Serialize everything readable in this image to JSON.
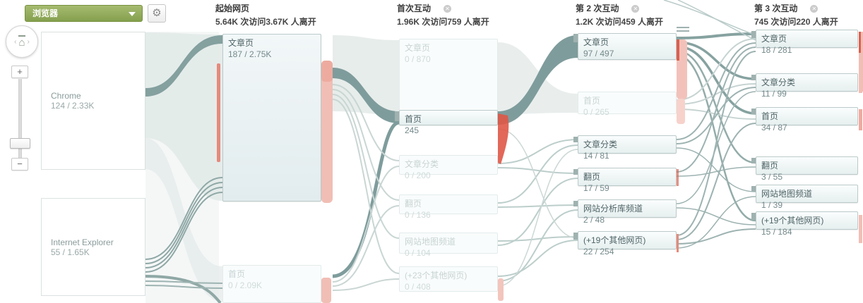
{
  "visualization": "users-flow-sankey",
  "toolbar": {
    "dimension": "浏览器",
    "gear": "⚙",
    "caret": "▼"
  },
  "pan_zoom": {
    "home": "⌂",
    "left": "‹",
    "right": "›",
    "zoom_in": "+",
    "zoom_out": "−"
  },
  "colors": {
    "dropdown_green": "#8aa455",
    "flow_light": "#e2eae8",
    "flow_highlight": "#7f9c9c",
    "exit_red": "#df5847",
    "exit_salmon": "#f1beb5",
    "node_text": "#4f6467",
    "dim_text": "#c8d3d3"
  },
  "columns": [
    {
      "title": "",
      "subtitle": "",
      "closable": false,
      "nodes": [
        {
          "label": "Chrome",
          "value": "124 / 2.33K"
        },
        {
          "label": "Internet Explorer",
          "value": "55 / 1.65K"
        }
      ]
    },
    {
      "title": "起始网页",
      "subtitle": "5.64K 次访问3.67K 人离开",
      "closable": false,
      "close": "✕",
      "nodes": [
        {
          "label": "文章页",
          "value": "187 / 2.75K"
        },
        {
          "label": "首页",
          "value": "0 / 2.09K"
        }
      ]
    },
    {
      "title": "首次互动",
      "subtitle": "1.96K 次访问759 人离开",
      "closable": true,
      "close": "✕",
      "nodes": [
        {
          "label": "文章页",
          "value": "0 / 870"
        },
        {
          "label": "首页",
          "value": "245"
        },
        {
          "label": "文章分类",
          "value": "0 / 200"
        },
        {
          "label": "翻页",
          "value": "0 / 136"
        },
        {
          "label": "网站地图频道",
          "value": "0 / 104"
        },
        {
          "label": "(+23个其他网页)",
          "value": "0 / 408"
        }
      ]
    },
    {
      "title": "第 2 次互动",
      "subtitle": "1.2K 次访问459 人离开",
      "closable": true,
      "close": "✕",
      "nodes": [
        {
          "label": "文章页",
          "value": "97 / 497"
        },
        {
          "label": "首页",
          "value": "0 / 265"
        },
        {
          "label": "文章分类",
          "value": "14 / 81"
        },
        {
          "label": "翻页",
          "value": "17 / 59"
        },
        {
          "label": "网站分析库频道",
          "value": "2 / 48"
        },
        {
          "label": "(+19个其他网页)",
          "value": "22 / 254"
        }
      ]
    },
    {
      "title": "第 3 次互动",
      "subtitle": "745 次访问220 人离开",
      "closable": true,
      "close": "✕",
      "nodes": [
        {
          "label": "文章页",
          "value": "18 / 281"
        },
        {
          "label": "文章分类",
          "value": "11 / 99"
        },
        {
          "label": "首页",
          "value": "34 / 87"
        },
        {
          "label": "翻页",
          "value": "3 / 55"
        },
        {
          "label": "网站地图频道",
          "value": "1 / 39"
        },
        {
          "label": "(+19个其他网页)",
          "value": "15 / 184"
        }
      ]
    }
  ]
}
